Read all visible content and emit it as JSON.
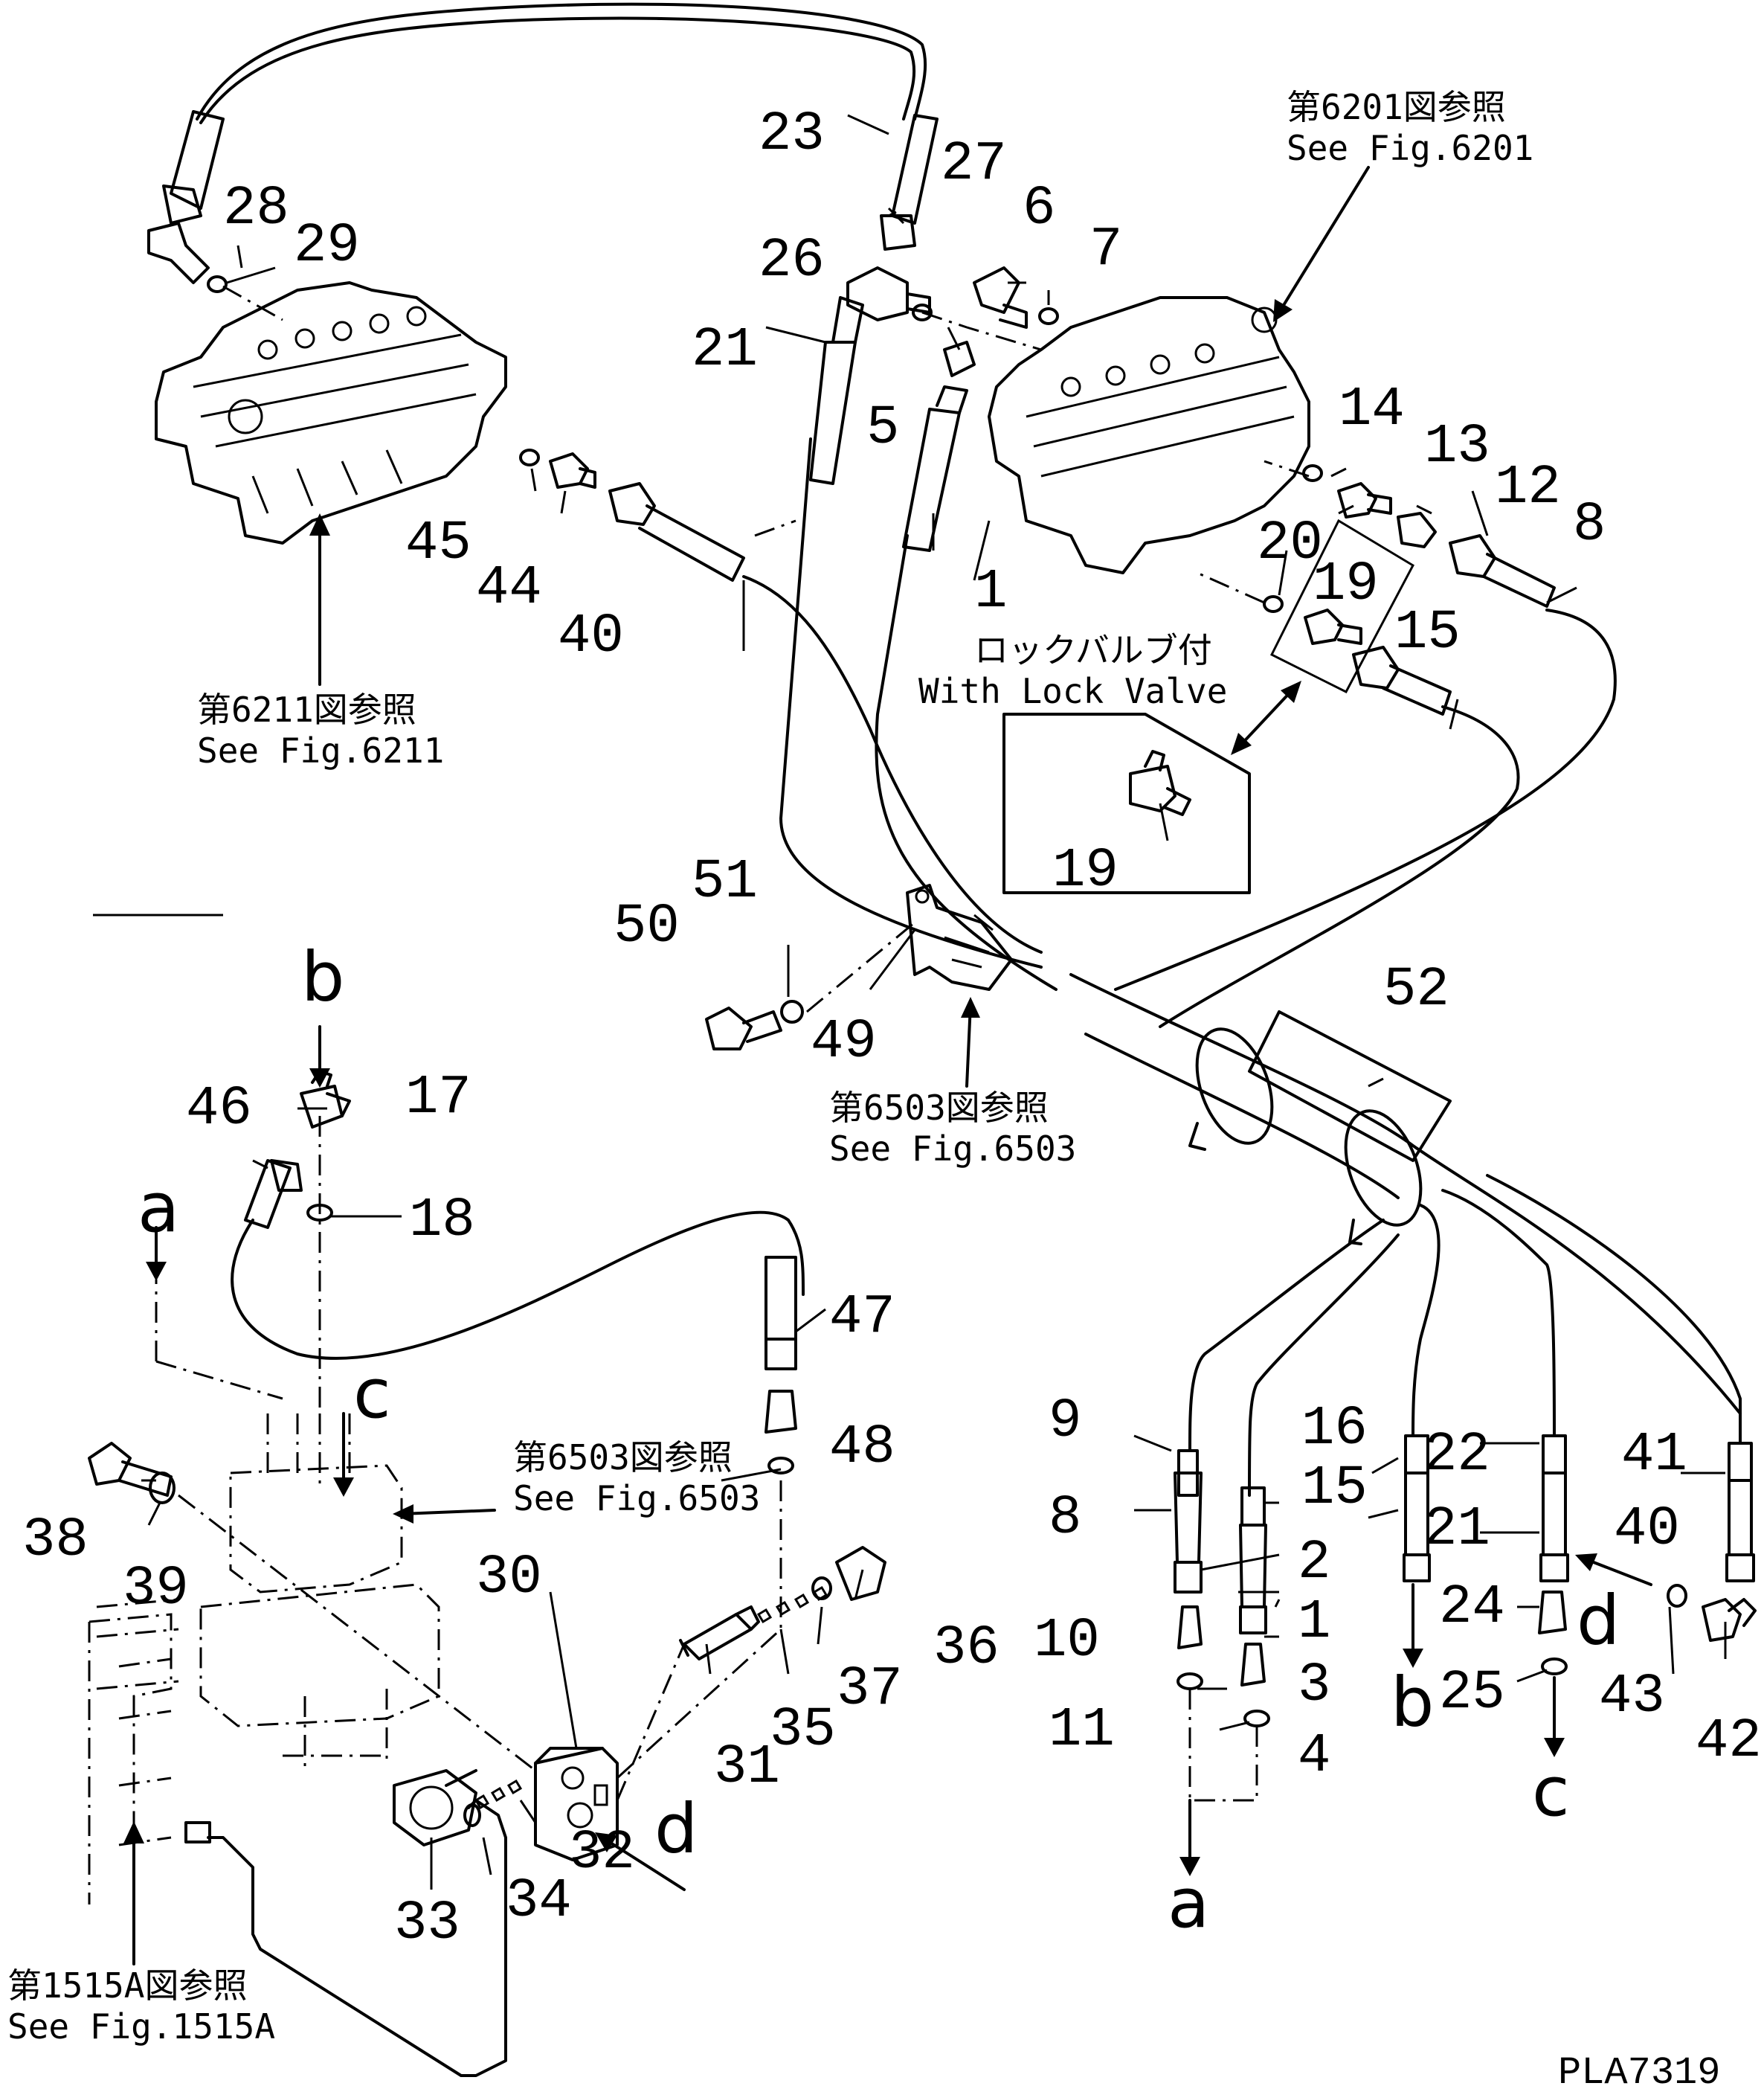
{
  "part_numbers": {
    "p1": "1",
    "p2": "2",
    "p3": "3",
    "p4": "4",
    "p5": "5",
    "p6": "6",
    "p7": "7",
    "p8": "8",
    "p9": "9",
    "p10": "10",
    "p11": "11",
    "p12": "12",
    "p13": "13",
    "p14": "14",
    "p15": "15",
    "p16": "16",
    "p17": "17",
    "p18": "18",
    "p19": "19",
    "p20": "20",
    "p21": "21",
    "p22": "22",
    "p23": "23",
    "p24": "24",
    "p25": "25",
    "p26": "26",
    "p27": "27",
    "p28": "28",
    "p29": "29",
    "p30": "30",
    "p31": "31",
    "p32": "32",
    "p33": "33",
    "p34": "34",
    "p35": "35",
    "p36": "36",
    "p37": "37",
    "p38": "38",
    "p39": "39",
    "p40": "40",
    "p41": "41",
    "p42": "42",
    "p43": "43",
    "p44": "44",
    "p45": "45",
    "p46": "46",
    "p47": "47",
    "p48": "48",
    "p49": "49",
    "p50": "50",
    "p51": "51",
    "p52": "52"
  },
  "connection_letters": {
    "a": "a",
    "b": "b",
    "c": "c",
    "d": "d"
  },
  "references": {
    "fig6201_jp": "第6201図参照",
    "fig6201_en": "See Fig.6201",
    "fig6211_jp": "第6211図参照",
    "fig6211_en": "See Fig.6211",
    "fig6503_jp": "第6503図参照",
    "fig6503_en": "See Fig.6503",
    "fig1515a_jp": "第1515A図参照",
    "fig1515a_en": "See Fig.1515A"
  },
  "lock_valve": {
    "jp": "ロックバルブ付",
    "en": "With Lock Valve"
  },
  "drawing_code": "PLA7319"
}
